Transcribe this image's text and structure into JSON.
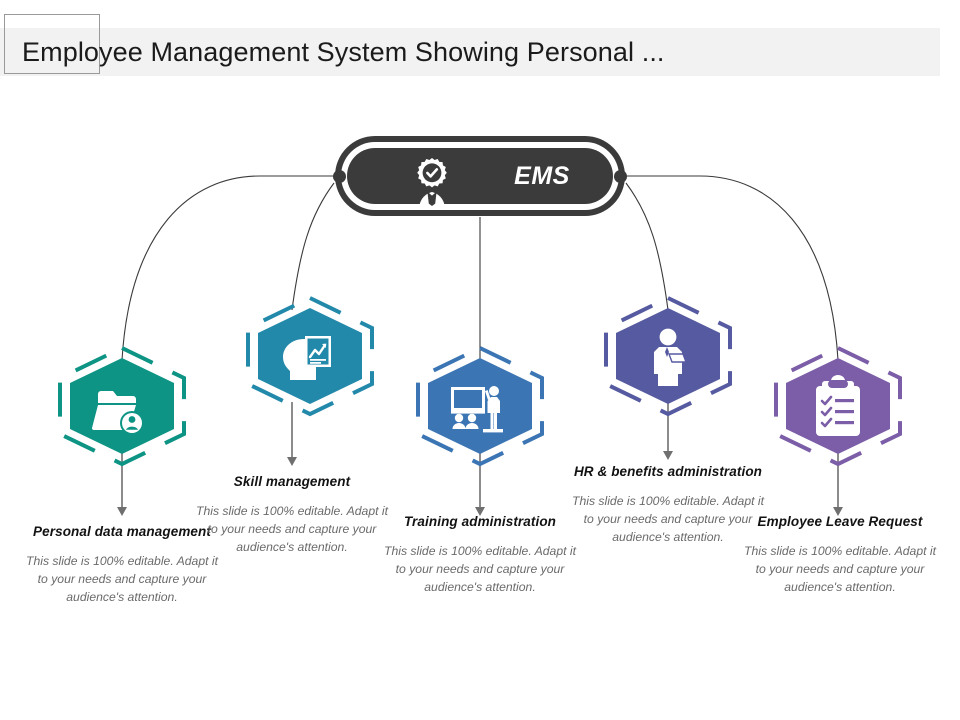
{
  "title": {
    "text": "Employee Management System Showing Personal ..."
  },
  "center": {
    "label": "EMS",
    "icon": "manager-gear-head-icon",
    "fill_color": "#3b3b3b"
  },
  "shared": {
    "body_text": "This slide is 100% editable. Adapt it to your needs and capture your audience's attention."
  },
  "nodes": [
    {
      "id": "personal-data-management",
      "heading": "Personal data management",
      "body": "This slide is 100% editable. Adapt it to your needs and capture your audience's attention.",
      "icon": "folder-user-icon",
      "color": "#0e9484"
    },
    {
      "id": "skill-management",
      "heading": "Skill management",
      "body": "This slide is 100% editable. Adapt it to your needs and capture your audience's attention.",
      "icon": "head-chart-document-icon",
      "color": "#2389aa"
    },
    {
      "id": "training-administration",
      "heading": "Training administration",
      "body": "This slide is 100% editable. Adapt it to your needs and capture your audience's attention.",
      "icon": "classroom-training-icon",
      "color": "#3b75b4"
    },
    {
      "id": "hr-and-benefits-administration",
      "heading": "HR  & benefits administration",
      "body": "This slide is 100% editable. Adapt it to your needs and capture your audience's attention.",
      "icon": "person-with-folder-icon",
      "color": "#565aa0"
    },
    {
      "id": "employee-leave-request",
      "heading": "Employee Leave Request",
      "body": "This slide is 100% editable. Adapt it to your needs and capture your audience's attention.",
      "icon": "clipboard-checklist-icon",
      "color": "#7b5ea7"
    }
  ]
}
